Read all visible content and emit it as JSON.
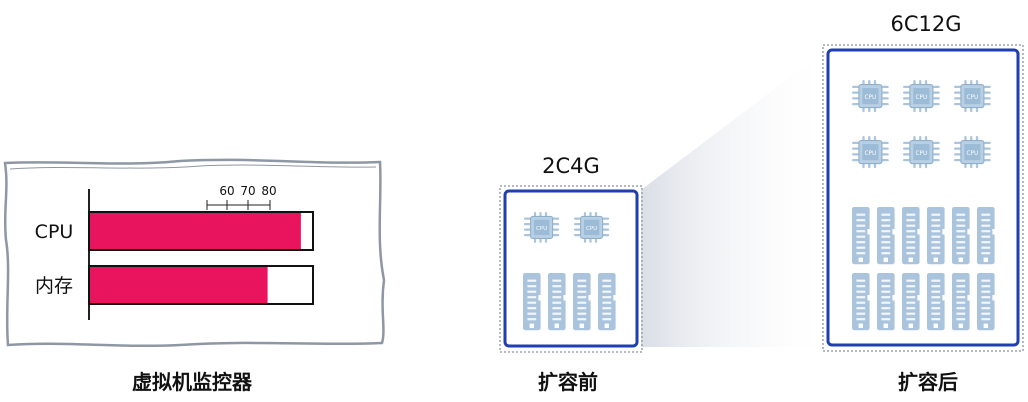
{
  "monitor": {
    "caption": "虚拟机监控器",
    "ticks": [
      "60",
      "70",
      "80"
    ],
    "rows": [
      {
        "label": "CPU",
        "usage_percent": 95
      },
      {
        "label": "内存",
        "usage_percent": 80
      }
    ],
    "bar_color": "#e8145e"
  },
  "before": {
    "spec": "2C4G",
    "caption": "扩容前",
    "cpu_count": 2,
    "memory_sticks": 4,
    "cpu_chip_text": "CPU"
  },
  "after": {
    "spec": "6C12G",
    "caption": "扩容后",
    "cpu_count": 6,
    "memory_sticks": 12,
    "cpu_chip_text": "CPU"
  },
  "colors": {
    "frame_blue": "#1f3fae",
    "component_blue": "#a9c4dc",
    "component_dark": "#7fa2c2"
  }
}
